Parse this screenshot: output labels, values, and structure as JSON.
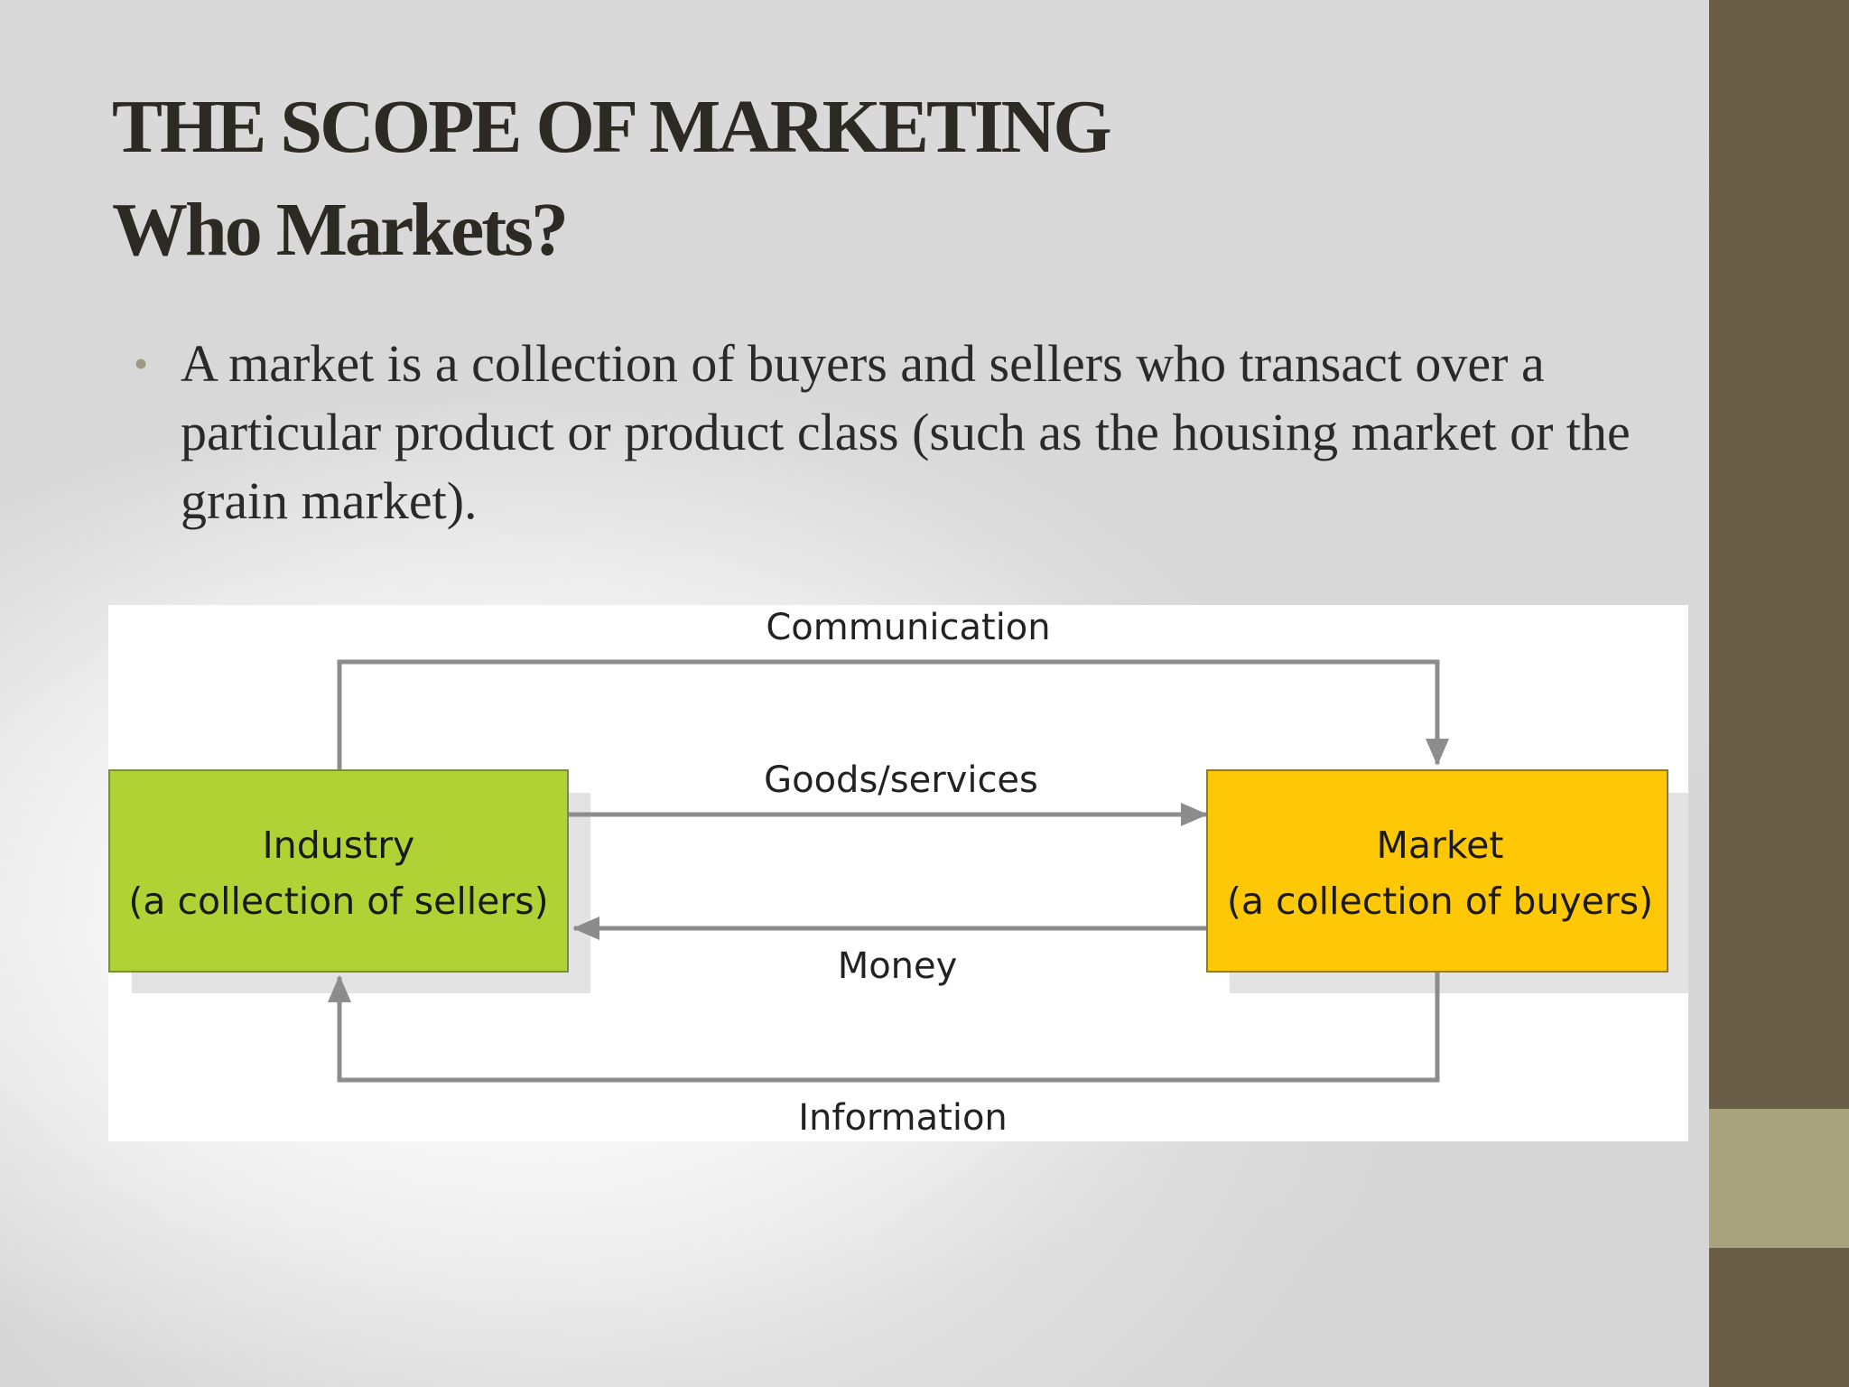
{
  "slide": {
    "title_line1": "THE SCOPE OF MARKETING",
    "title_line2": "Who Markets?",
    "bullet": "A market is a collection of buyers and sellers who transact over a particular product or product class (such as the housing market or the grain market).",
    "bullet_marker": "•"
  },
  "diagram": {
    "industry": {
      "title": "Industry",
      "subtitle": "(a collection of sellers)",
      "color": "#b0d235"
    },
    "market": {
      "title": "Market",
      "subtitle": "(a collection of buyers)",
      "color": "#fec806"
    },
    "flows": {
      "communication": "Communication",
      "goods": "Goods/services",
      "money": "Money",
      "information": "Information"
    }
  },
  "colors": {
    "side_bar": "#6a5e48",
    "side_accent": "#a8a37c",
    "title_text": "#2c2a22",
    "arrow": "#8c8c8c"
  }
}
